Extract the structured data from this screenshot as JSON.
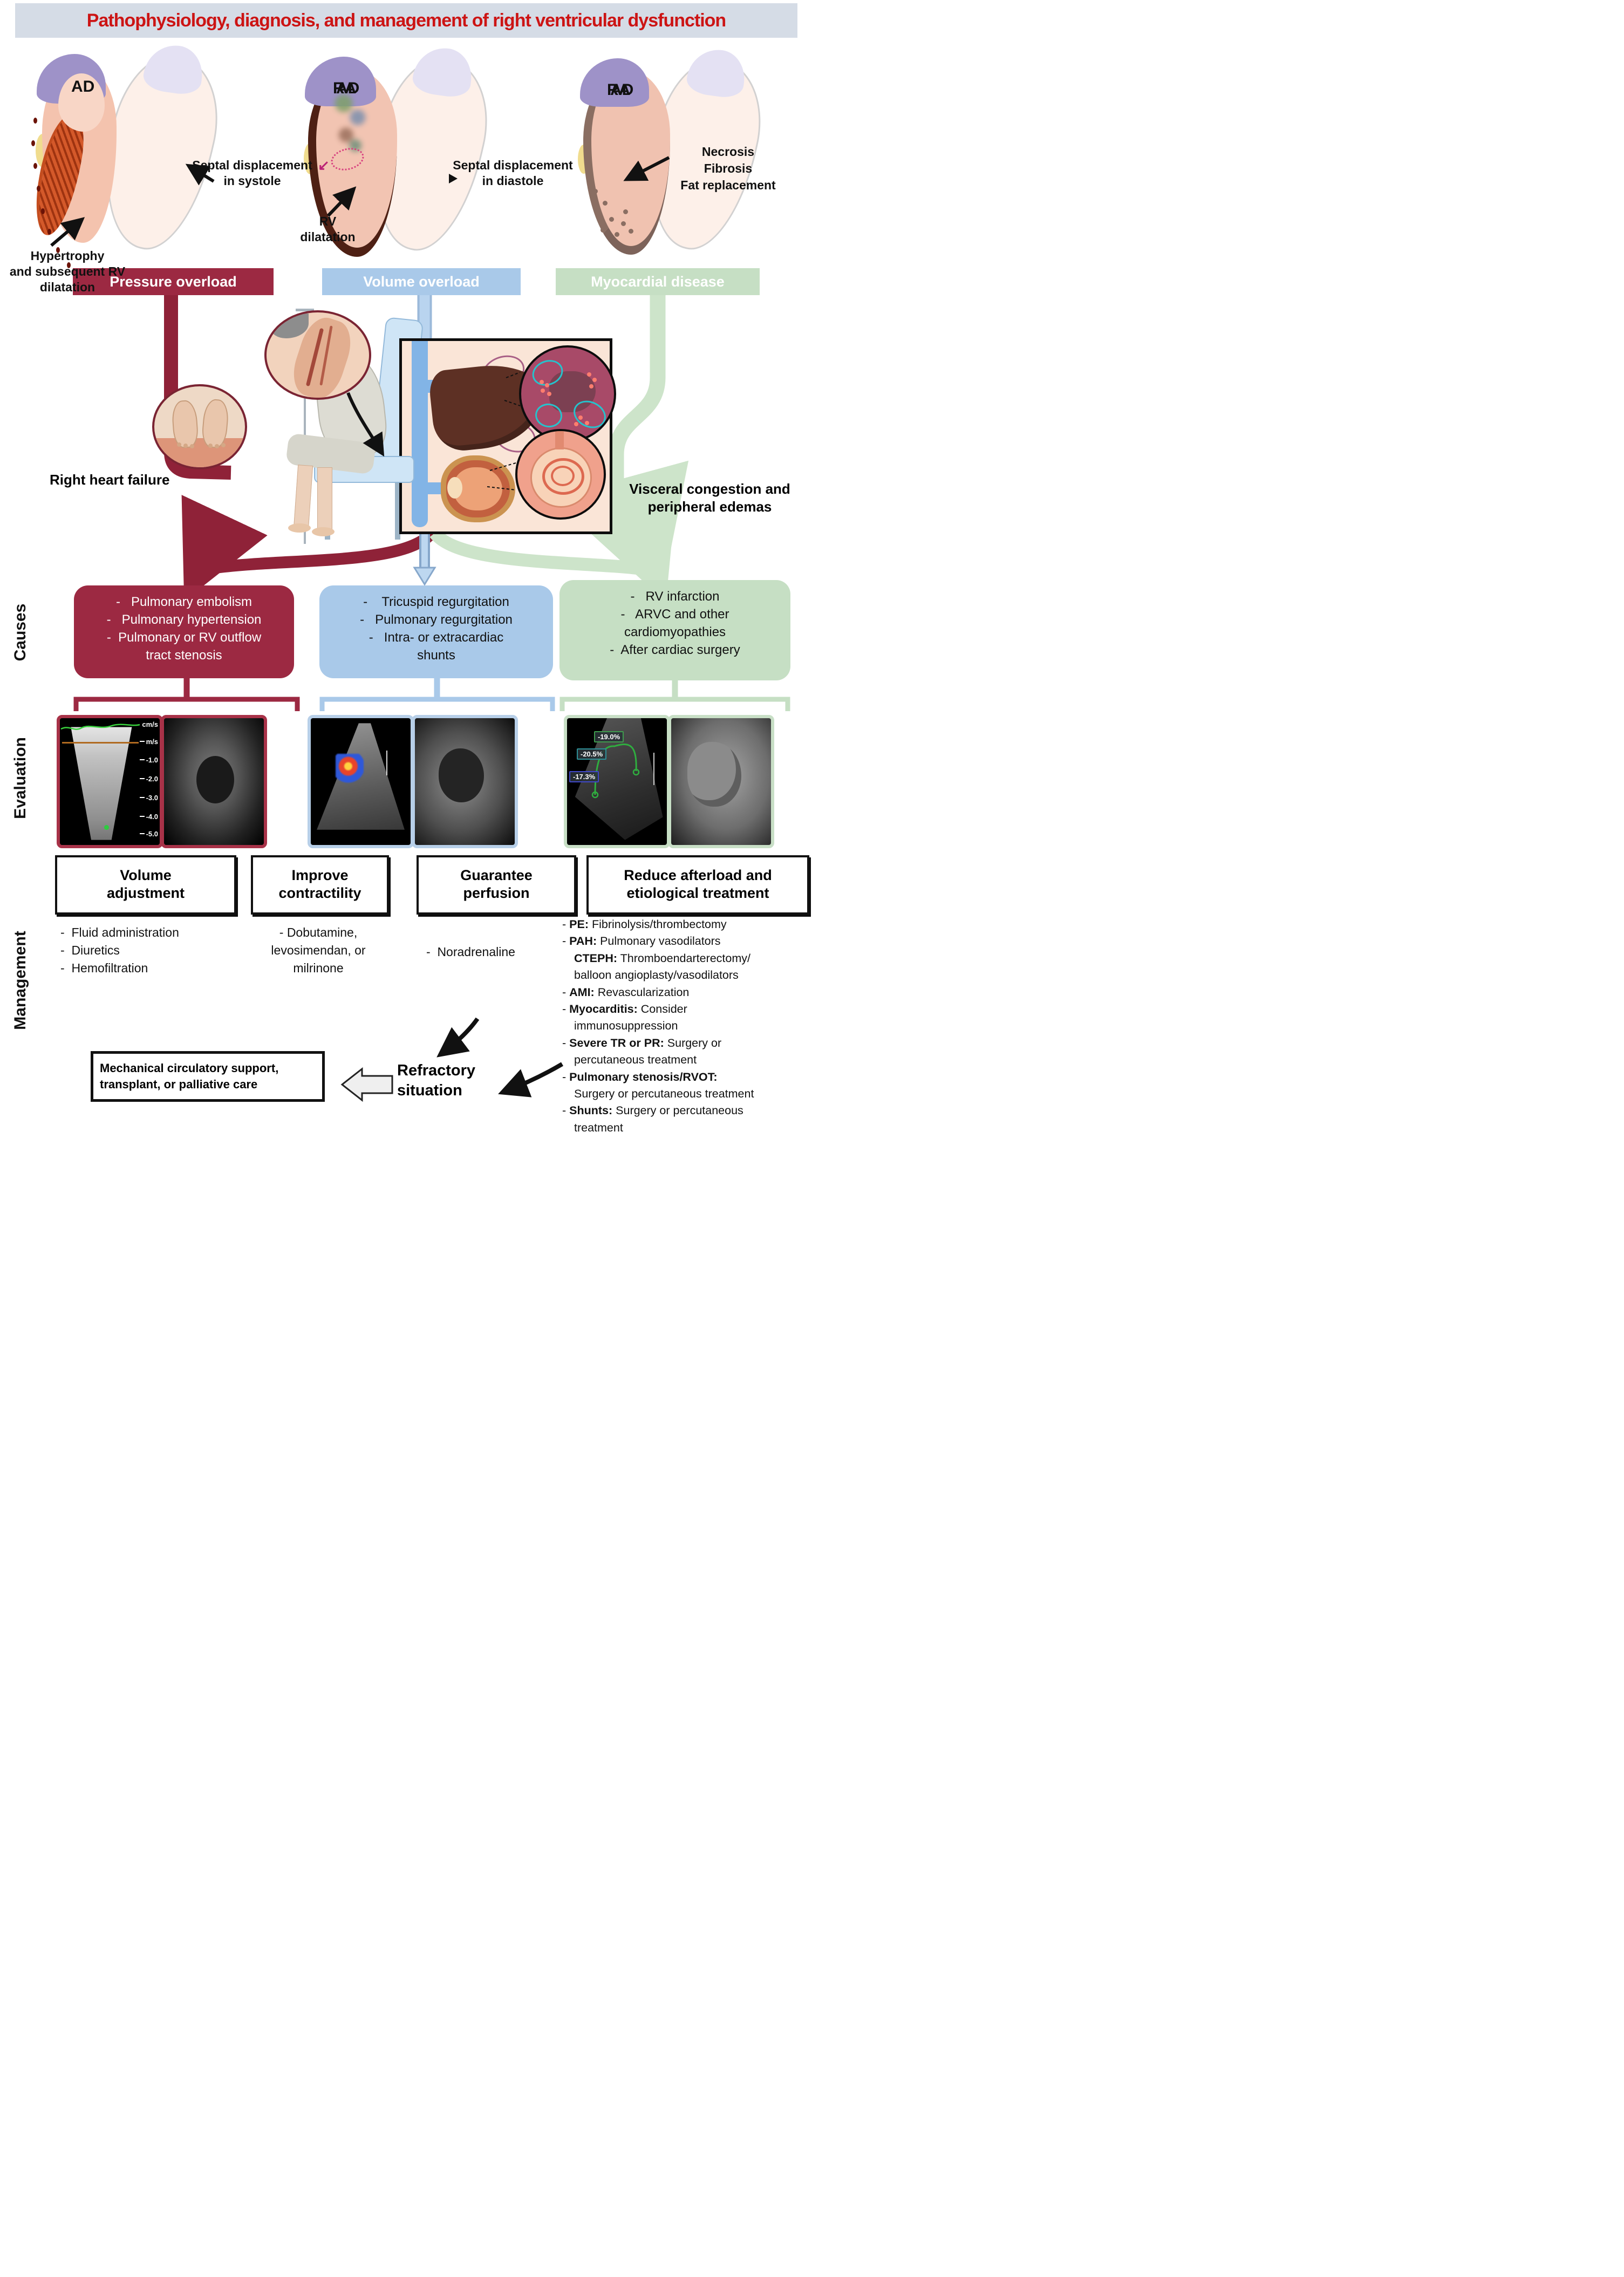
{
  "title": "Pathophysiology, diagnosis, and management of right ventricular dysfunction",
  "colors": {
    "dark_red": "#9c2942",
    "light_blue": "#a9c9e9",
    "light_green": "#c6dfc4",
    "title_red": "#cc1414"
  },
  "hearts": {
    "pressure": {
      "chamber": "AD",
      "septal": [
        "Septal displacement",
        "in systole"
      ],
      "hypertrophy": [
        "Hypertrophy",
        "and subsequent RV",
        "dilatation"
      ]
    },
    "volume": {
      "chamber_front": "RA",
      "chamber_back": "AD",
      "septal": [
        "Septal displacement",
        "in diastole"
      ],
      "rv": [
        "RV",
        "dilatation"
      ]
    },
    "myocardial": {
      "chamber_front": "RA",
      "chamber_back": "AD",
      "labels": [
        "Necrosis",
        "Fibrosis",
        "Fat replacement"
      ]
    }
  },
  "banners": {
    "pressure": "Pressure overload",
    "volume": "Volume overload",
    "myocardial": "Myocardial disease"
  },
  "middle": {
    "rhf": "Right heart failure",
    "visceral": [
      "Visceral congestion and",
      "peripheral edemas"
    ]
  },
  "side": {
    "causes": "Causes",
    "evaluation": "Evaluation",
    "management": "Management"
  },
  "causes": {
    "pressure": [
      "-   Pulmonary embolism",
      "-   Pulmonary hypertension",
      "-  Pulmonary or RV outflow",
      "tract stenosis"
    ],
    "volume": [
      "-    Tricuspid regurgitation",
      "-   Pulmonary regurgitation",
      "-   Intra- or extracardiac",
      "shunts"
    ],
    "myocardial": [
      "-   RV infarction",
      "-   ARVC and other",
      "cardiomyopathies",
      "-  After cardiac surgery"
    ]
  },
  "eval": {
    "doppler": {
      "top": "cm/s",
      "mid": "m/s",
      "ticks": [
        "-1.0",
        "-2.0",
        "-3.0",
        "-4.0",
        "-5.0"
      ]
    },
    "strain": [
      "-19.0%",
      "-20.5%",
      "-17.3%"
    ]
  },
  "mgmt": {
    "col1": {
      "header": [
        "Volume",
        "adjustment"
      ],
      "items": [
        "-  Fluid administration",
        "-  Diuretics",
        "-  Hemofiltration"
      ]
    },
    "col2": {
      "header": [
        "Improve",
        "contractility"
      ],
      "items": [
        "- Dobutamine,",
        "levosimendan, or",
        "milrinone"
      ]
    },
    "col3": {
      "header": [
        "Guarantee",
        "perfusion"
      ],
      "items": [
        "-  Noradrenaline"
      ]
    },
    "col4": {
      "header": [
        "Reduce afterload and",
        "etiological treatment"
      ],
      "lines": [
        {
          "d": "- ",
          "b": "PE:",
          "t": " Fibrinolysis/thrombectomy"
        },
        {
          "d": "- ",
          "b": "PAH:",
          "t": " Pulmonary vasodilators"
        },
        {
          "d": "",
          "b": "CTEPH:",
          "t": " Thromboendarterectomy/"
        },
        {
          "d": "",
          "b": "",
          "t": "balloon angioplasty/vasodilators"
        },
        {
          "d": "- ",
          "b": "AMI:",
          "t": " Revascularization"
        },
        {
          "d": "- ",
          "b": "Myocarditis:",
          "t": " Consider"
        },
        {
          "d": "",
          "b": "",
          "t": "immunosuppression"
        },
        {
          "d": "- ",
          "b": "Severe TR or PR:",
          "t": " Surgery or"
        },
        {
          "d": "",
          "b": "",
          "t": "percutaneous treatment"
        },
        {
          "d": "- ",
          "b": "Pulmonary stenosis/RVOT:",
          "t": ""
        },
        {
          "d": "",
          "b": "",
          "t": "Surgery or percutaneous treatment"
        },
        {
          "d": "- ",
          "b": "Shunts:",
          "t": " Surgery or percutaneous"
        },
        {
          "d": "",
          "b": "",
          "t": "treatment"
        }
      ]
    }
  },
  "refractory": [
    "Refractory",
    "situation"
  ],
  "mech": [
    "Mechanical circulatory support,",
    "transplant, or palliative care"
  ]
}
